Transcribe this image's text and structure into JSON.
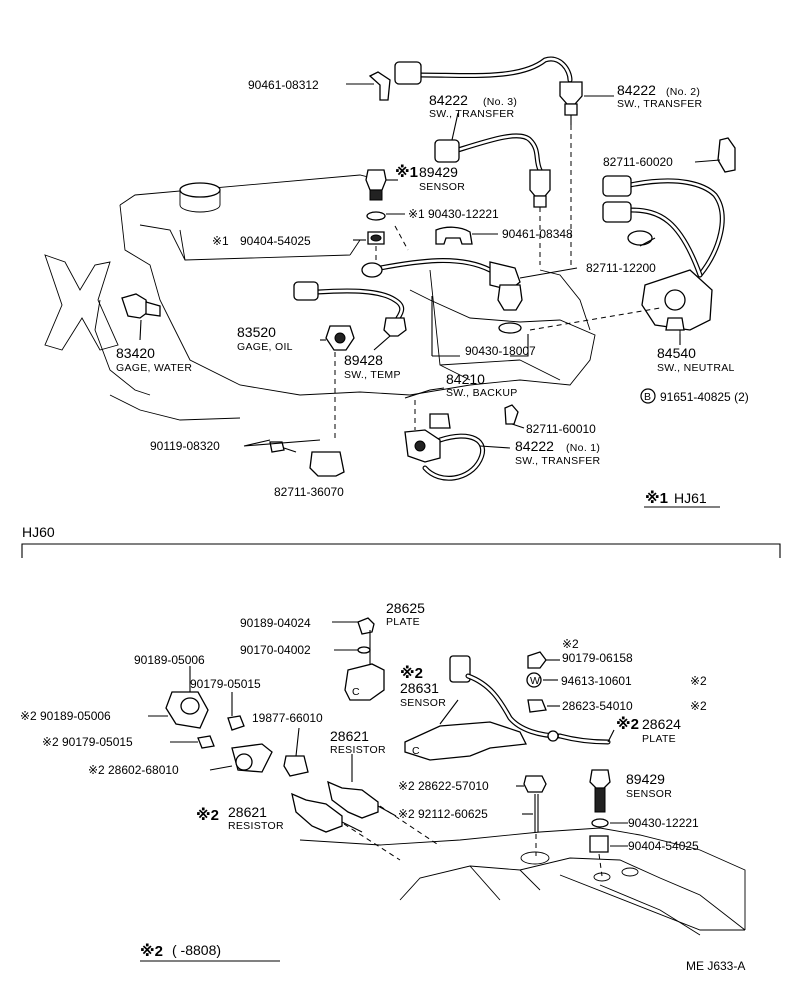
{
  "hj61": {
    "p_90461_08312": "90461-08312",
    "p_84222_no3": "84222",
    "p_84222_no3_no": "(No. 3)",
    "p_84222_no3_desc": "SW., TRANSFER",
    "p_84222_no2": "84222",
    "p_84222_no2_no": "(No. 2)",
    "p_84222_no2_desc": "SW., TRANSFER",
    "p_89429_mark": "※1",
    "p_89429": "89429",
    "p_89429_desc": "SENSOR",
    "p_82711_60020": "82711-60020",
    "p_90430_12221_mark": "※1",
    "p_90430_12221": "90430-12221",
    "p_90404_54025_mark": "※1",
    "p_90404_54025": "90404-54025",
    "p_90461_08348": "90461-08348",
    "p_82711_12200": "82711-12200",
    "p_83520": "83520",
    "p_83520_desc": "GAGE, OIL",
    "p_83420": "83420",
    "p_83420_desc": "GAGE, WATER",
    "p_89428": "89428",
    "p_89428_desc": "SW., TEMP",
    "p_90430_18007": "90430-18007",
    "p_84540": "84540",
    "p_84540_desc": "SW., NEUTRAL",
    "p_84210": "84210",
    "p_84210_desc": "SW., BACKUP",
    "p_91651_badge": "B",
    "p_91651_40825": "91651-40825 (2)",
    "p_82711_60010": "82711-60010",
    "p_84222_no1": "84222",
    "p_84222_no1_no": "(No. 1)",
    "p_84222_no1_desc": "SW., TRANSFER",
    "p_90119_08320": "90119-08320",
    "p_82711_36070": "82711-36070",
    "legend_mark": "※1",
    "legend_model": "HJ61"
  },
  "hj60": {
    "section_title": "HJ60",
    "p_90189_04024": "90189-04024",
    "p_28625": "28625",
    "p_28625_desc": "PLATE",
    "p_90170_04002": "90170-04002",
    "p_90189_05006": "90189-05006",
    "p_90179_05015": "90179-05015",
    "p_28631_mark": "※2",
    "p_28631": "28631",
    "p_28631_desc": "SENSOR",
    "p_90179_06158_mark": "※2",
    "p_90179_06158": "90179-06158",
    "p_94613_badge": "W",
    "p_94613_10601": "94613-10601",
    "p_94613_mark": "※2",
    "p_28623_54010": "28623-54010",
    "p_28623_mark": "※2",
    "p_28624_mark": "※2",
    "p_28624": "28624",
    "p_28624_desc": "PLATE",
    "p_90189_05006b_mark": "※2",
    "p_90189_05006b": "90189-05006",
    "p_19877_66010": "19877-66010",
    "p_90179_05015b_mark": "※2",
    "p_90179_05015b": "90179-05015",
    "p_28621": "28621",
    "p_28621_desc": "RESISTOR",
    "p_28602_mark": "※2",
    "p_28602_68010": "28602-68010",
    "p_28622_mark": "※2",
    "p_28622_57010": "28622-57010",
    "p_89429b": "89429",
    "p_89429b_desc": "SENSOR",
    "p_28621b_mark": "※2",
    "p_28621b": "28621",
    "p_28621b_desc": "RESISTOR",
    "p_92112_mark": "※2",
    "p_92112_60625": "92112-60625",
    "p_90430_12221b": "90430-12221",
    "p_90404_54025b": "90404-54025",
    "legend_mark": "※2",
    "legend_range": "(      -8808)",
    "footer_code": "ME  J633-A"
  }
}
